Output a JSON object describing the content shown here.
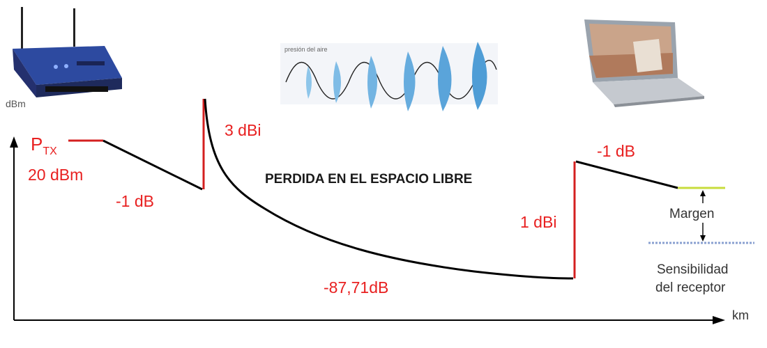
{
  "diagram": {
    "axis_y_label": "dBm",
    "axis_x_label": "km",
    "ptx_main": "P",
    "ptx_sub": "TX",
    "power_value": "20 dBm",
    "loss_tx_cable": "-1 dB",
    "gain_tx_antenna": "3 dBi",
    "free_space_title": "PERDIDA EN EL ESPACIO LIBRE",
    "free_space_loss": "-87,71dB",
    "gain_rx_antenna": "1 dBi",
    "loss_rx_cable": "-1 dB",
    "margin_label": "Margen",
    "sensitivity_label_1": "Sensibilidad",
    "sensitivity_label_2": "del receptor",
    "wave_caption": "presión del aire",
    "colors": {
      "signal": "#000000",
      "gain_step": "#d42020",
      "received_level": "#c8dc3c",
      "sensitivity_line": "#8aa0d0"
    },
    "icons": [
      "router-icon",
      "sound-wave-icon",
      "laptop-icon"
    ]
  }
}
